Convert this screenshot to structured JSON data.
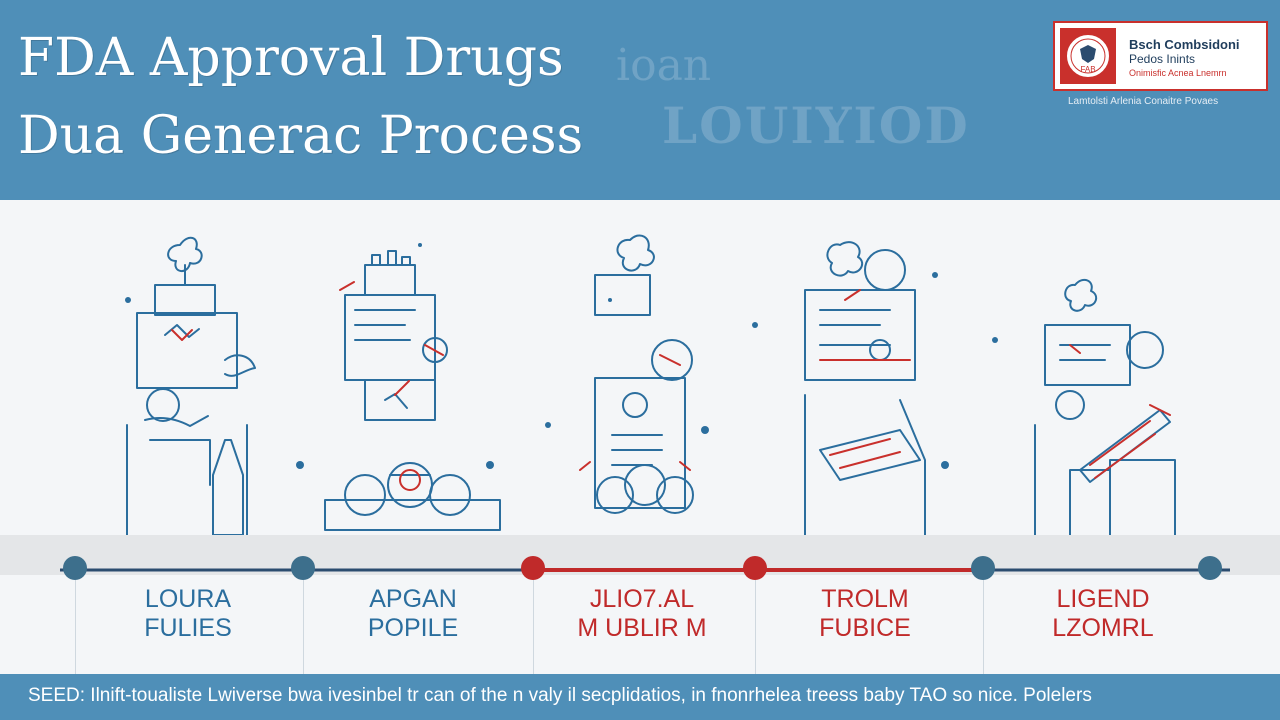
{
  "header": {
    "title_line1": "FDA Approval Drugs",
    "title_line2": "Dua Generac Process",
    "ghost_text1": "ioan",
    "ghost_text2": "LOUIYIOD"
  },
  "logo": {
    "line1": "Bsch Combsidoni",
    "line2": "Pedos Inints",
    "line3": "Onimisfic Acnea Lnemrn",
    "mark_text": "FAB",
    "subtext": "Lamtolsti Arlenia Conaitre Povaes"
  },
  "stages": [
    {
      "label_line1": "LOURA",
      "label_line2": "FULIES",
      "color": "#2b6e9e"
    },
    {
      "label_line1": "APGAN",
      "label_line2": "POPILE",
      "color": "#2b6e9e"
    },
    {
      "label_line1": "JLIO7.AL",
      "label_line2": "M UBLIR M",
      "color": "#c02a2a"
    },
    {
      "label_line1": "TROLM",
      "label_line2": "FUBICE",
      "color": "#c02a2a"
    },
    {
      "label_line1": "LIGEND",
      "label_line2": "LZOMRL",
      "color": "#c02a2a"
    }
  ],
  "footer": {
    "text": "SEED: Ilnift-toualiste Lwiverse bwa ivesinbel tr can of the n valy il secplidatios, in fnonrhelea treess baby TAO so nice. Polelers"
  },
  "colors": {
    "header_bg": "#4f8fb8",
    "line_blue": "#2b6e9e",
    "accent_red": "#c9302c",
    "node_blue": "#3d6f8c"
  }
}
